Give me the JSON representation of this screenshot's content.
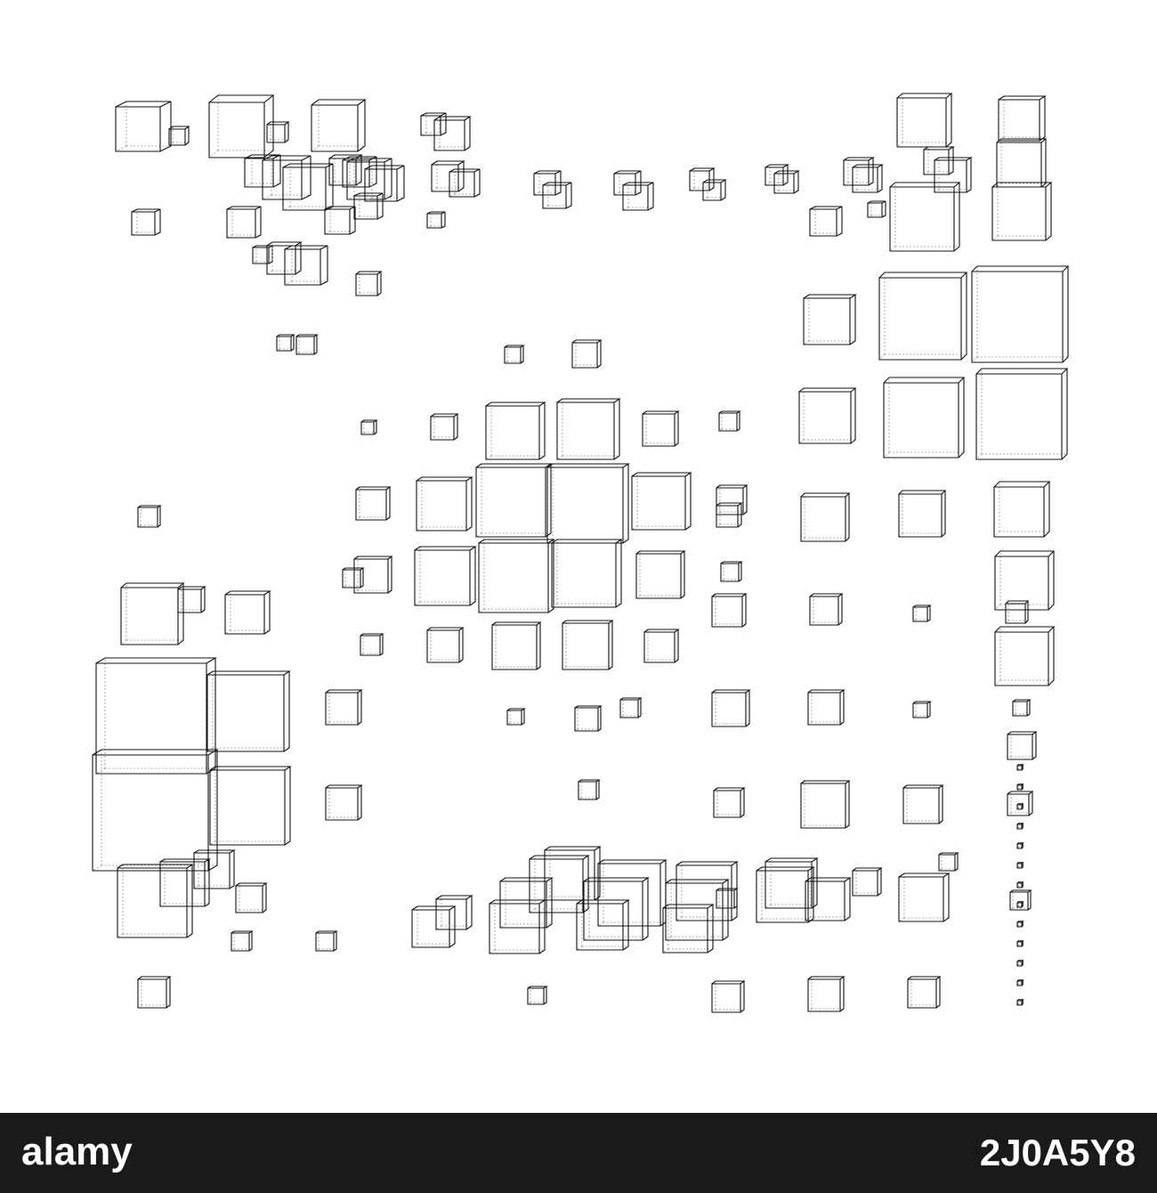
{
  "image": {
    "description_kind": "wireframe-cubes",
    "stroke_color": "#111111",
    "hidden_edge_color": "#9a9a9a",
    "background_color": "#ffffff"
  },
  "footer": {
    "background_color": "#1a1a1a",
    "text_color": "#ffffff",
    "logo_text": "alamy",
    "stock_id": "2J0A5Y8"
  }
}
